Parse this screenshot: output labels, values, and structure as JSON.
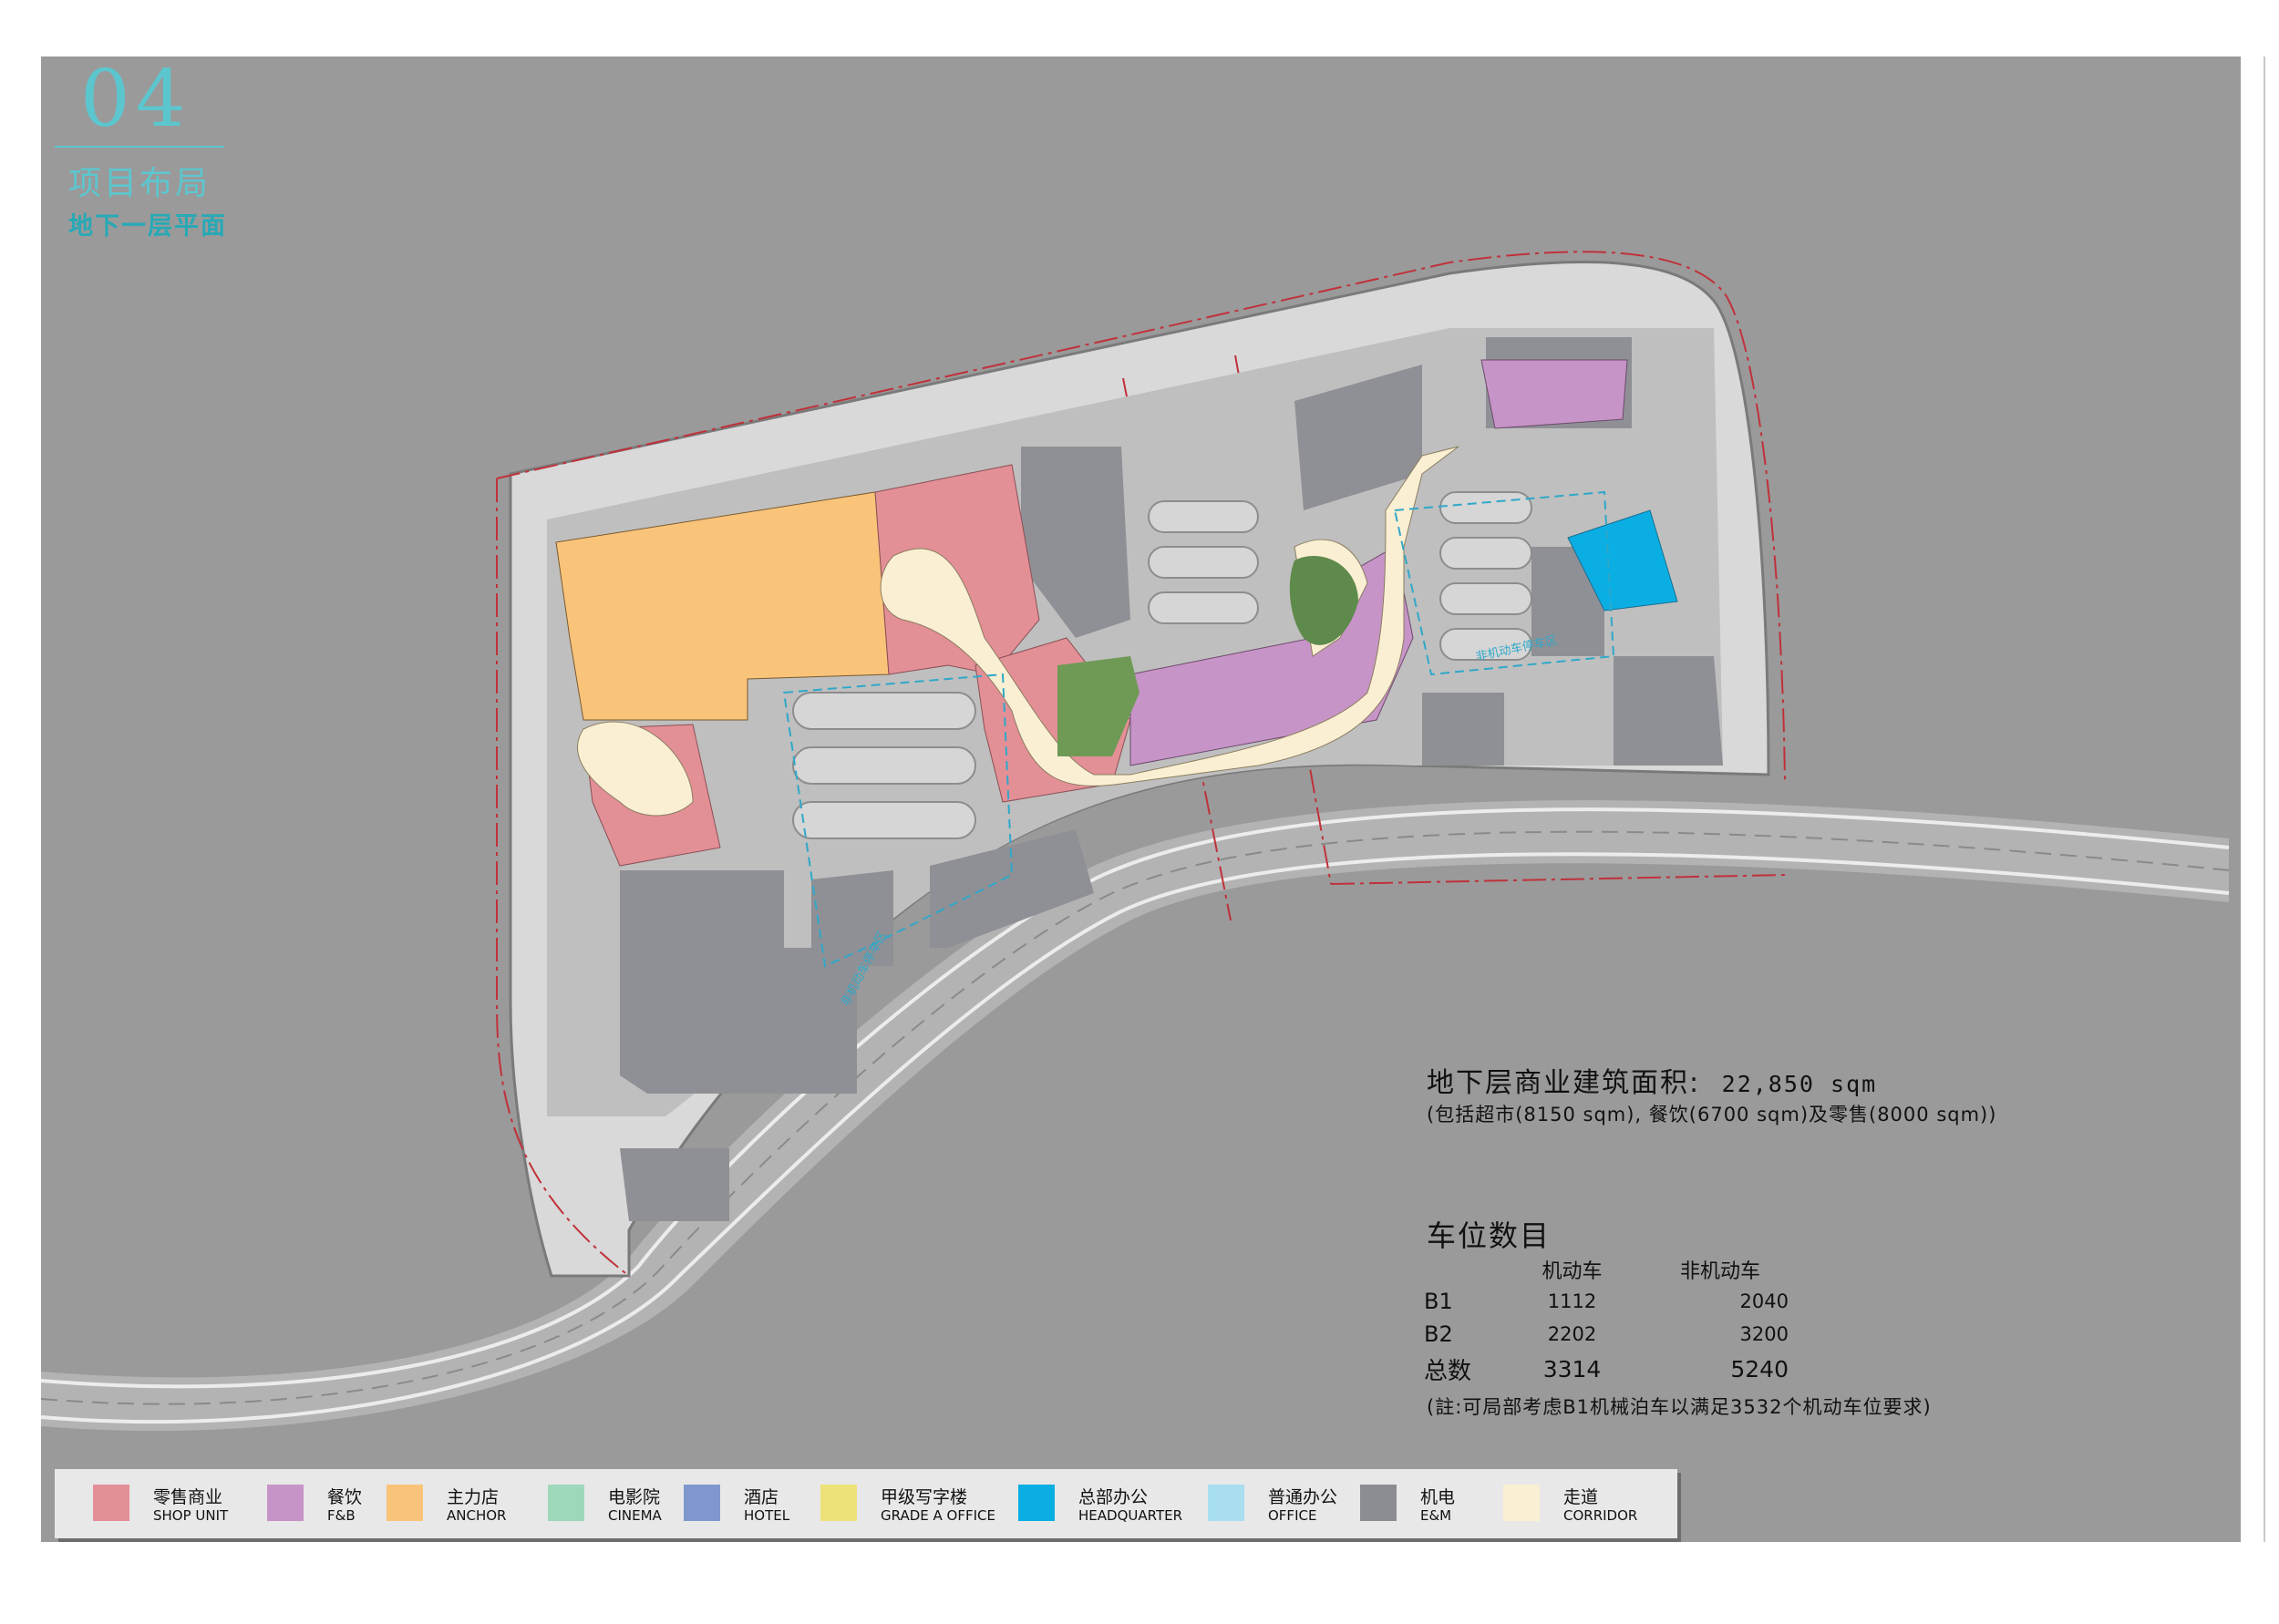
{
  "section": {
    "number": "04",
    "title": "项目布局",
    "subtitle": "地下一层平面"
  },
  "plan_labels": {
    "bike_parking_left": "非机动车停车区",
    "bike_parking_right": "非机动车停车区"
  },
  "area": {
    "heading_label": "地下层商业建筑面积:",
    "heading_value": "22,850 sqm",
    "breakdown": "(包括超市(8150 sqm), 餐饮(6700 sqm)及零售(8000 sqm))"
  },
  "parking": {
    "title": "车位数目",
    "headers": [
      "",
      "机动车",
      "非机动车"
    ],
    "rows": [
      {
        "label": "B1",
        "motor": "1112",
        "non_motor": "2040"
      },
      {
        "label": "B2",
        "motor": "2202",
        "non_motor": "3200"
      },
      {
        "label": "总数",
        "motor": "3314",
        "non_motor": "5240"
      }
    ],
    "note": "(註:可局部考虑B1机械泊车以满足3532个机动车位要求)"
  },
  "legend": [
    {
      "cn": "零售商业",
      "en": "SHOP UNIT",
      "color": "#e38f96"
    },
    {
      "cn": "餐饮",
      "en": "F&B",
      "color": "#c694c6"
    },
    {
      "cn": "主力店",
      "en": "ANCHOR",
      "color": "#f9c47a"
    },
    {
      "cn": "电影院",
      "en": "CINEMA",
      "color": "#9dd8bb"
    },
    {
      "cn": "酒店",
      "en": "HOTEL",
      "color": "#7f97cc"
    },
    {
      "cn": "甲级写字楼",
      "en": "GRADE A OFFICE",
      "color": "#ede27a"
    },
    {
      "cn": "总部办公",
      "en": "HEADQUARTER",
      "color": "#0aaee3"
    },
    {
      "cn": "普通办公",
      "en": "OFFICE",
      "color": "#a9def0"
    },
    {
      "cn": "机电",
      "en": "E&M",
      "color": "#8c8d92"
    },
    {
      "cn": "走道",
      "en": "CORRIDOR",
      "color": "#fbefd3"
    }
  ]
}
